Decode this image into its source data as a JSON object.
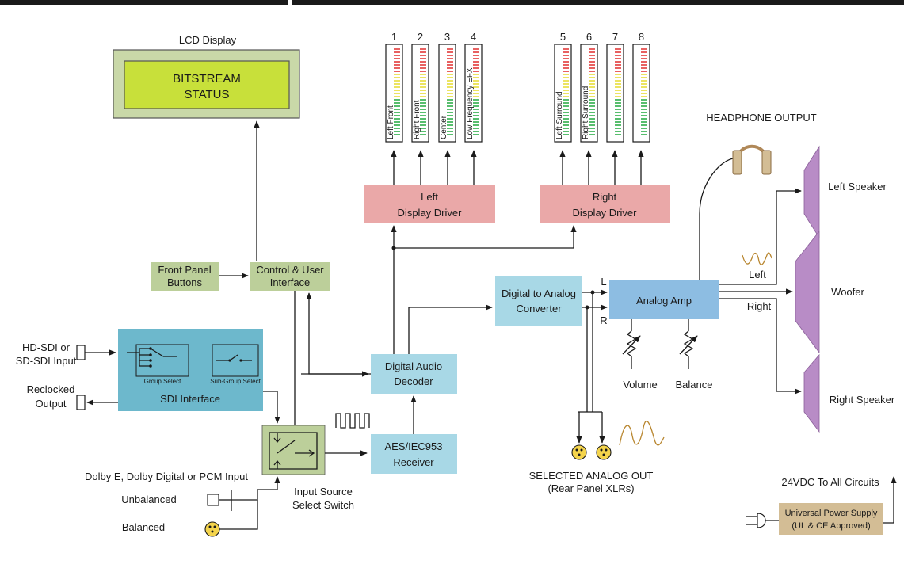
{
  "lcd": {
    "caption": "LCD Display",
    "line1": "BITSTREAM",
    "line2": "STATUS"
  },
  "meters": {
    "numbers": [
      "1",
      "2",
      "3",
      "4",
      "5",
      "6",
      "7",
      "8"
    ],
    "labels": [
      "Left Front",
      "Right Front",
      "Center",
      "Low Frequency EFX",
      "Left Surround",
      "Right Surround",
      "",
      ""
    ]
  },
  "drivers": {
    "left": {
      "line1": "Left",
      "line2": "Display Driver"
    },
    "right": {
      "line1": "Right",
      "line2": "Display Driver"
    }
  },
  "front_panel": {
    "line1": "Front Panel",
    "line2": "Buttons"
  },
  "control": {
    "line1": "Control & User",
    "line2": "Interface"
  },
  "sdi": {
    "title": "SDI Interface",
    "group_select": "Group Select",
    "subgroup_select": "Sub-Group Select",
    "input_line1": "HD-SDI or",
    "input_line2": "SD-SDI  Input",
    "reclock_line1": "Reclocked",
    "reclock_line2": "Output"
  },
  "decoder": {
    "line1": "Digital Audio",
    "line2": "Decoder"
  },
  "receiver": {
    "line1": "AES/IEC953",
    "line2": "Receiver"
  },
  "input_switch": {
    "line1": "Input Source",
    "line2": "Select Switch"
  },
  "dolby_input": "Dolby E, Dolby Digital or PCM Input",
  "unbalanced": "Unbalanced",
  "balanced": "Balanced",
  "dac": {
    "line1": "Digital to Analog",
    "line2": "Converter",
    "l": "L",
    "r": "R"
  },
  "amp": {
    "title": "Analog Amp",
    "left": "Left",
    "right": "Right"
  },
  "volume": "Volume",
  "balance": "Balance",
  "headphone": "HEADPHONE OUTPUT",
  "speakers": {
    "left": "Left Speaker",
    "woofer": "Woofer",
    "right": "Right Speaker"
  },
  "analog_out": {
    "line1": "SELECTED ANALOG OUT",
    "line2": "(Rear Panel XLRs)"
  },
  "power": {
    "circuits": "24VDC To All Circuits",
    "line1": "Universal Power Supply",
    "line2": "(UL & CE Approved)"
  },
  "colors": {
    "lcd_frame": "#c9d8a8",
    "lcd_screen": "#c8e03a",
    "driver": "#eaa8a8",
    "green_block": "#bccf9a",
    "blue_block": "#a8d8e6",
    "sdi_block": "#6db8cc",
    "amp_block": "#8dbde2",
    "speaker": "#b88cc6",
    "power_block": "#d3bd95",
    "header_bar": "#1a1a1a"
  }
}
